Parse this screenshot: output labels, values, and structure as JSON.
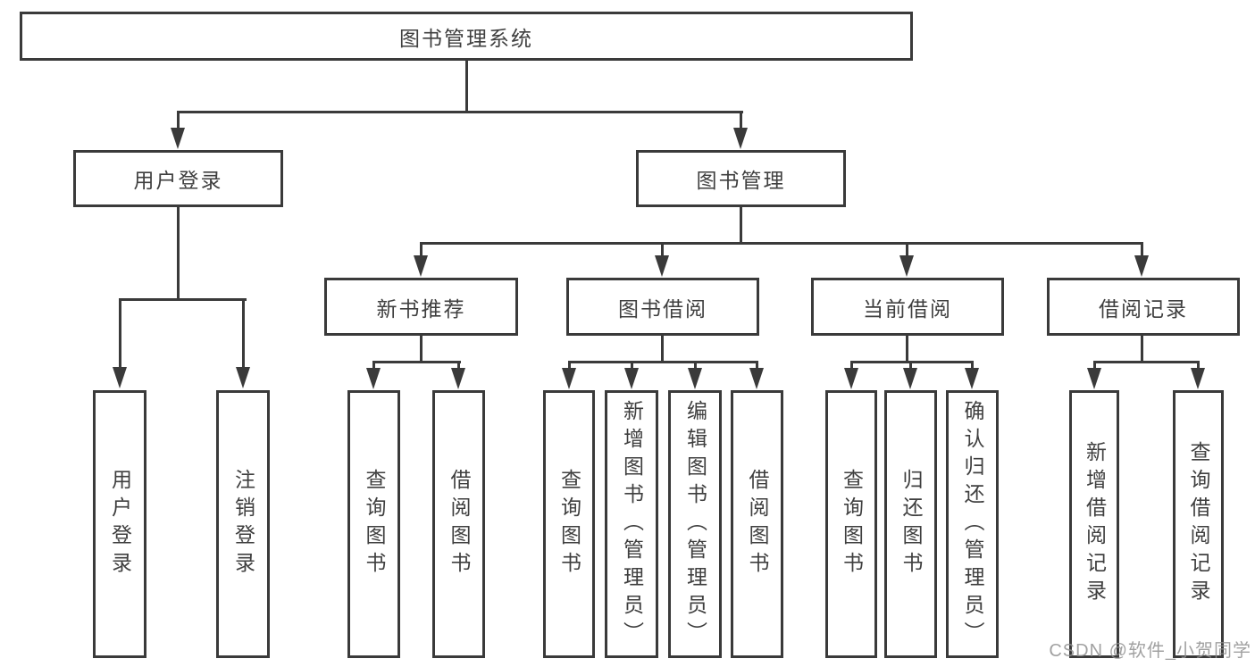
{
  "tree": {
    "root": {
      "label": "图书管理系统",
      "children": [
        {
          "label": "用户登录",
          "children": [
            {
              "label": "用户登录"
            },
            {
              "label": "注销登录"
            }
          ]
        },
        {
          "label": "图书管理",
          "children": [
            {
              "label": "新书推荐",
              "children": [
                {
                  "label": "查询图书"
                },
                {
                  "label": "借阅图书"
                }
              ]
            },
            {
              "label": "图书借阅",
              "children": [
                {
                  "label": "查询图书"
                },
                {
                  "label": "新增图书（管理员）"
                },
                {
                  "label": "编辑图书（管理员）"
                },
                {
                  "label": "借阅图书"
                }
              ]
            },
            {
              "label": "当前借阅",
              "children": [
                {
                  "label": "查询图书"
                },
                {
                  "label": "归还图书"
                },
                {
                  "label": "确认归还（管理员）"
                }
              ]
            },
            {
              "label": "借阅记录",
              "children": [
                {
                  "label": "新增借阅记录"
                },
                {
                  "label": "查询借阅记录"
                }
              ]
            }
          ]
        }
      ]
    }
  },
  "watermark": {
    "text": "CSDN @软件_小贺同学"
  },
  "colors": {
    "line": "#3a3a3a",
    "box_border": "#3a3a3a",
    "text": "#3f3f3f",
    "background": "#ffffff",
    "watermark": "#919191"
  }
}
